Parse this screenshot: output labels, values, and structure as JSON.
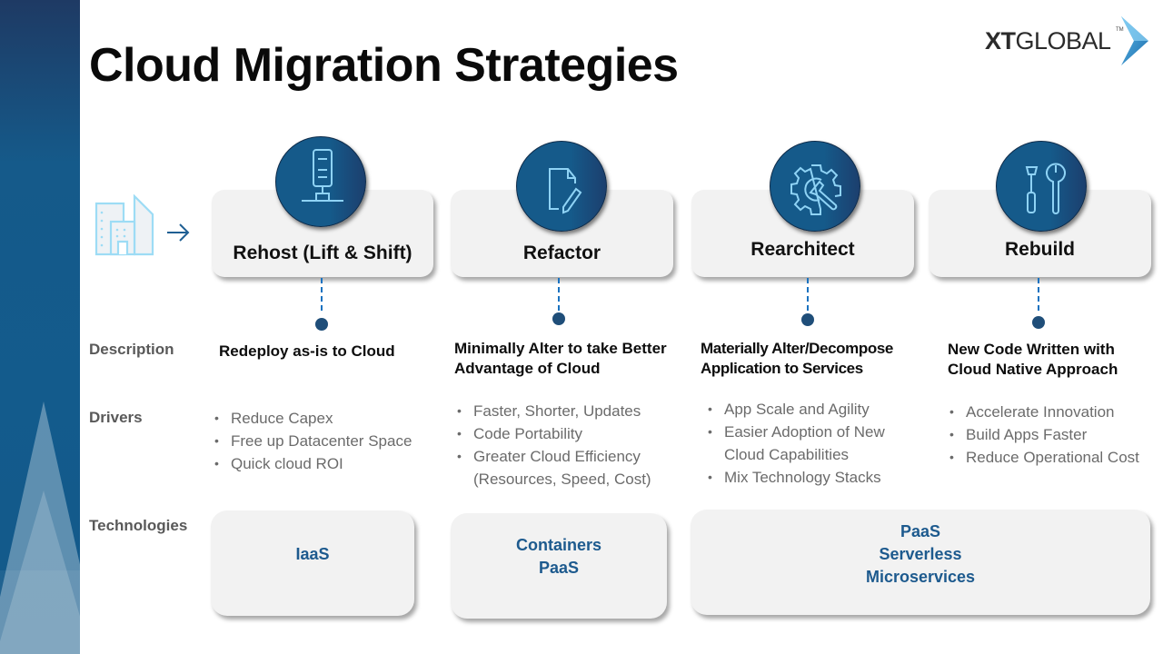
{
  "title": "Cloud Migration Strategies",
  "logo": {
    "text_bold": "XT",
    "text_regular": "GLOBAL",
    "trademark": "TM"
  },
  "colors": {
    "brand_blue": "#155a8a",
    "dark_navy": "#1f4e79",
    "tech_text": "#1d5a8e",
    "card_bg": "#f2f2f2",
    "dash": "#1a72c0"
  },
  "source_icon": "buildings-icon",
  "row_labels": {
    "description": "Description",
    "drivers": "Drivers",
    "technologies": "Technologies"
  },
  "strategies": [
    {
      "name": "Rehost (Lift & Shift)",
      "icon": "server-network-icon",
      "description": "Redeploy as-is to Cloud",
      "drivers": [
        "Reduce Capex",
        "Free up Datacenter Space",
        "Quick cloud ROI"
      ]
    },
    {
      "name": "Refactor",
      "icon": "document-pencil-icon",
      "description": "Minimally Alter to take Better Advantage of Cloud",
      "drivers": [
        "Faster, Shorter, Updates",
        "Code Portability",
        "Greater Cloud Efficiency (Resources, Speed, Cost)"
      ]
    },
    {
      "name": "Rearchitect",
      "icon": "gear-wrench-icon",
      "description": "Materially Alter/Decompose Application to Services",
      "drivers": [
        "App Scale and Agility",
        "Easier Adoption of New Cloud Capabilities",
        "Mix Technology Stacks"
      ]
    },
    {
      "name": "Rebuild",
      "icon": "tools-icon",
      "description": "New Code Written with Cloud Native Approach",
      "drivers": [
        "Accelerate Innovation",
        "Build Apps Faster",
        "Reduce Operational Cost"
      ]
    }
  ],
  "technologies": [
    {
      "items": [
        "IaaS"
      ]
    },
    {
      "items": [
        "Containers",
        "PaaS"
      ]
    },
    {
      "items": [
        "PaaS",
        "Serverless",
        "Microservices"
      ]
    }
  ]
}
